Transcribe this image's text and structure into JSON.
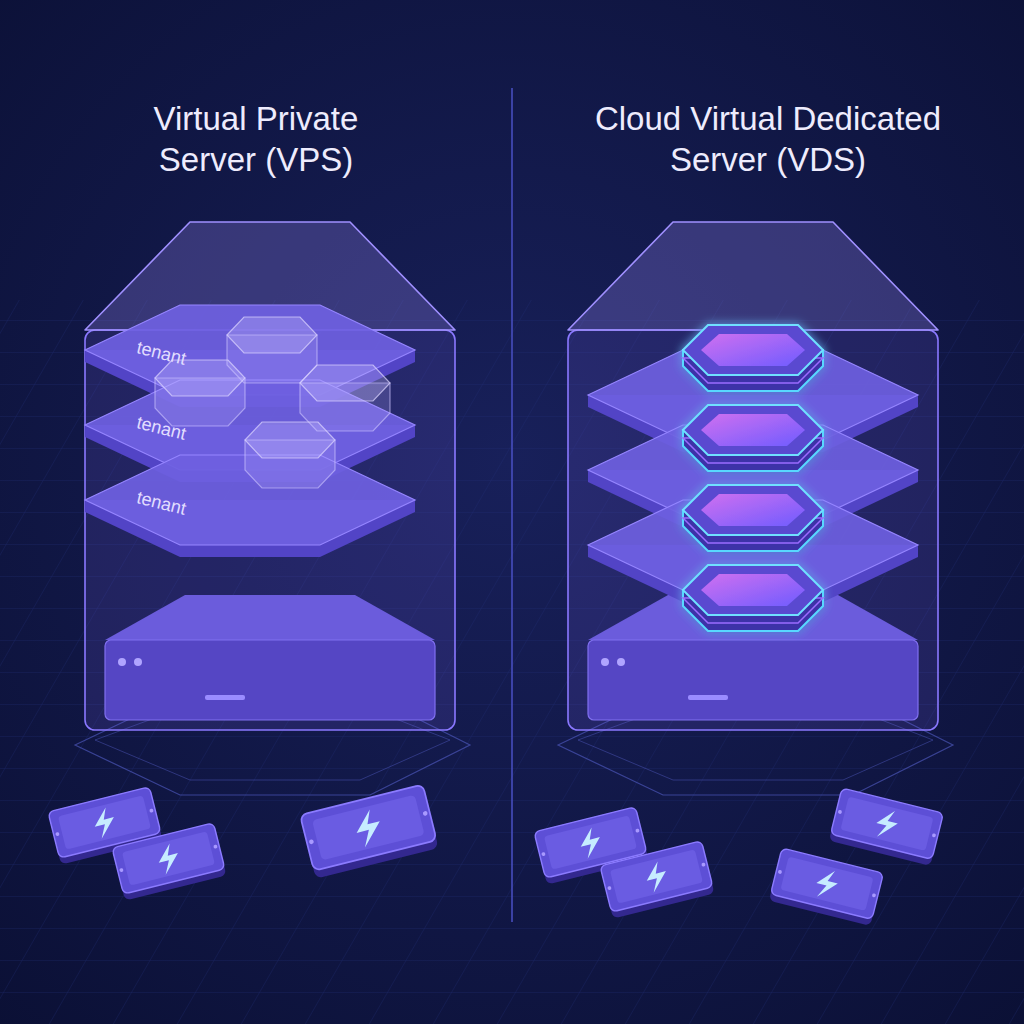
{
  "diagram": {
    "nodes": [
      {
        "text": [
          "Virtual Private Server (VPS)"
        ]
      },
      {
        "text": [
          "tenant"
        ],
        "in": 0
      },
      {
        "text": [
          "tenant"
        ],
        "in": 0
      },
      {
        "text": [
          "tenant"
        ],
        "in": 0
      },
      {
        "text": [
          "Cloud Virtual Dedicated Server (VDS)"
        ]
      }
    ]
  }
}
